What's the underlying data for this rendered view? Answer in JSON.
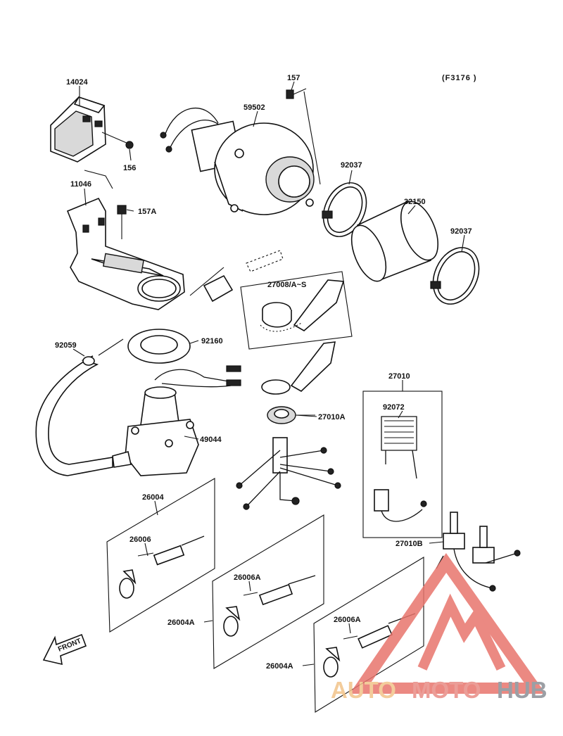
{
  "reference_code": "(F3176 )",
  "parts": [
    {
      "id": "p14024",
      "label": "14024"
    },
    {
      "id": "p156",
      "label": "156"
    },
    {
      "id": "p157",
      "label": "157"
    },
    {
      "id": "p59502",
      "label": "59502"
    },
    {
      "id": "p92037a",
      "label": "92037"
    },
    {
      "id": "p32150",
      "label": "32150"
    },
    {
      "id": "p92037b",
      "label": "92037"
    },
    {
      "id": "p11046",
      "label": "11046"
    },
    {
      "id": "p157A",
      "label": "157A"
    },
    {
      "id": "p27008",
      "label": "27008/A~S"
    },
    {
      "id": "p92059",
      "label": "92059"
    },
    {
      "id": "p92160",
      "label": "92160"
    },
    {
      "id": "p27010",
      "label": "27010"
    },
    {
      "id": "p92072",
      "label": "92072"
    },
    {
      "id": "p27010A",
      "label": "27010A"
    },
    {
      "id": "p49044",
      "label": "49044"
    },
    {
      "id": "p26004",
      "label": "26004"
    },
    {
      "id": "p26006",
      "label": "26006"
    },
    {
      "id": "p27010B",
      "label": "27010B"
    },
    {
      "id": "p26006A1",
      "label": "26006A"
    },
    {
      "id": "p26004A1",
      "label": "26004A"
    },
    {
      "id": "p26006A2",
      "label": "26006A"
    },
    {
      "id": "p26004A2",
      "label": "26004A"
    }
  ],
  "front_arrow": "FRONT",
  "watermark": {
    "auto": "AUTO",
    "moto": "MOTO",
    "hub": "HUB",
    "triangle_color": "#e8756d",
    "auto_color": "#f2c48a",
    "moto_color": "#e88d86",
    "hub_color": "#8a8f96"
  }
}
